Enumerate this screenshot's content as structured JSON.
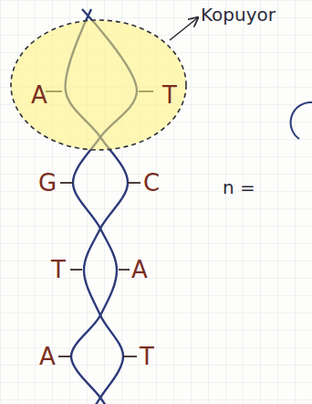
{
  "diagram": {
    "nodes": [
      {
        "text": [
          "A",
          "T"
        ]
      }
    ],
    "labels": [
      "Kopuyor",
      "G",
      "C",
      "T",
      "A",
      "A",
      "T",
      "n ="
    ]
  }
}
